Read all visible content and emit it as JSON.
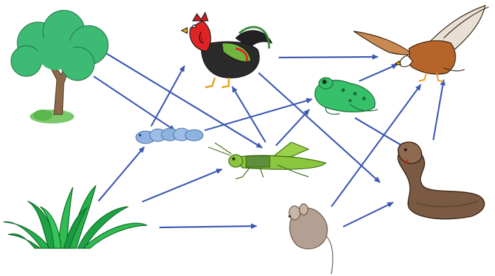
{
  "diagram": {
    "type": "food-web",
    "organisms": [
      {
        "id": "tree",
        "icon": "tree-icon"
      },
      {
        "id": "grass",
        "icon": "grass-icon"
      },
      {
        "id": "caterpillar",
        "icon": "caterpillar-icon"
      },
      {
        "id": "grasshopper",
        "icon": "grasshopper-icon"
      },
      {
        "id": "rooster",
        "icon": "rooster-icon"
      },
      {
        "id": "frog",
        "icon": "frog-icon"
      },
      {
        "id": "mouse",
        "icon": "mouse-icon"
      },
      {
        "id": "eagle",
        "icon": "eagle-icon"
      },
      {
        "id": "snake",
        "icon": "cobra-icon"
      }
    ],
    "links": [
      {
        "from": "tree",
        "to": "caterpillar"
      },
      {
        "from": "tree",
        "to": "grasshopper"
      },
      {
        "from": "grass",
        "to": "caterpillar"
      },
      {
        "from": "grass",
        "to": "grasshopper"
      },
      {
        "from": "grass",
        "to": "mouse"
      },
      {
        "from": "caterpillar",
        "to": "rooster"
      },
      {
        "from": "caterpillar",
        "to": "frog"
      },
      {
        "from": "grasshopper",
        "to": "rooster"
      },
      {
        "from": "grasshopper",
        "to": "frog"
      },
      {
        "from": "rooster",
        "to": "eagle"
      },
      {
        "from": "rooster",
        "to": "snake"
      },
      {
        "from": "frog",
        "to": "eagle"
      },
      {
        "from": "frog",
        "to": "snake"
      },
      {
        "from": "mouse",
        "to": "eagle"
      },
      {
        "from": "mouse",
        "to": "snake"
      },
      {
        "from": "snake",
        "to": "eagle"
      }
    ],
    "colors": {
      "arrow": "#3b57b3",
      "tree_leaves": "#3dbb74",
      "trunk": "#8a6a4a",
      "grass": "#25b04a",
      "caterpillar": "#8fb3e0",
      "grasshopper": "#8cc63f",
      "rooster_red": "#e02424",
      "frog": "#36c06a",
      "mouse": "#b3a092",
      "eagle_brown": "#b5652a",
      "snake": "#7a5a43"
    }
  }
}
